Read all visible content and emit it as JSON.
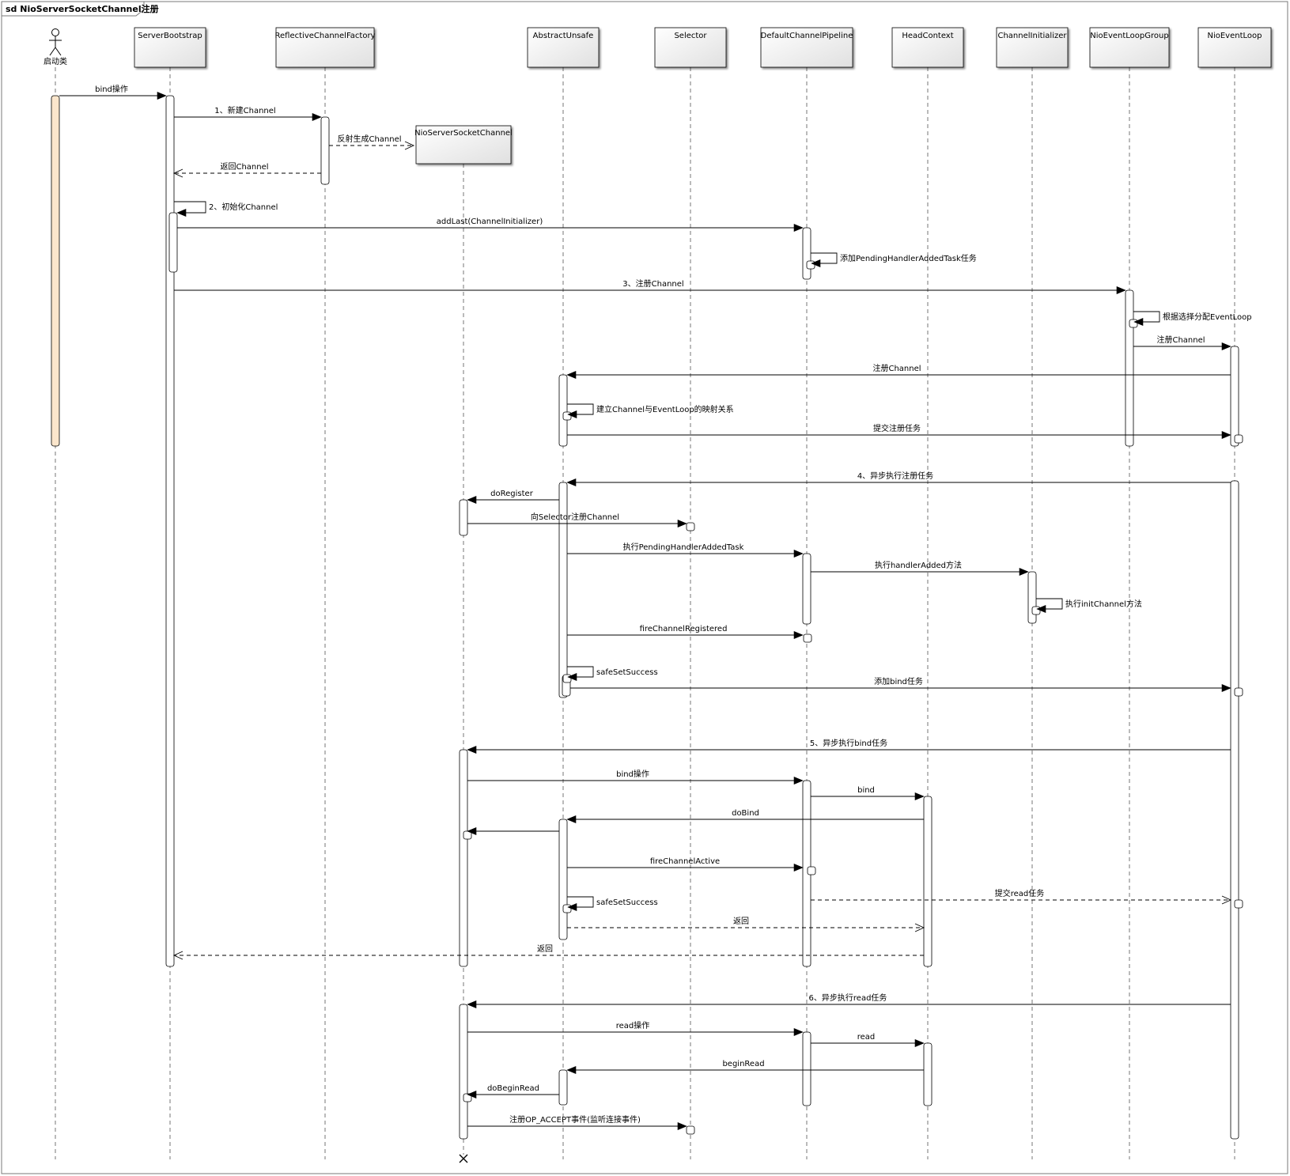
{
  "frame": {
    "title": "sd NioServerSocketChannel注册"
  },
  "actor": {
    "name": "启动类"
  },
  "participants": [
    "ServerBootstrap",
    "ReflectiveChannelFactory",
    "AbstractUnsafe",
    "Selector",
    "DefaultChannelPipeline",
    "HeadContext",
    "ChannelInitializer",
    "NioEventLoopGroup",
    "NioEventLoop"
  ],
  "created_participant": "NioServerSocketChannel",
  "messages": [
    "bind操作",
    "1、新建Channel",
    "反射生成Channel",
    "返回Channel",
    "2、初始化Channel",
    "addLast(ChannelInitializer)",
    "添加PendingHandlerAddedTask任务",
    "3、注册Channel",
    "根据选择分配EventLoop",
    "注册Channel",
    "注册Channel",
    "建立Channel与EventLoop的映射关系",
    "提交注册任务",
    "4、异步执行注册任务",
    "doRegister",
    "向Selector注册Channel",
    "执行PendingHandlerAddedTask",
    "执行handlerAdded方法",
    "执行initChannel方法",
    "fireChannelRegistered",
    "safeSetSuccess",
    "添加bind任务",
    "5、异步执行bind任务",
    "bind操作",
    "bind",
    "doBind",
    "fireChannelActive",
    "提交read任务",
    "safeSetSuccess",
    "返回",
    "返回",
    "6、异步执行read任务",
    "read操作",
    "read",
    "beginRead",
    "doBeginRead",
    "注册OP_ACCEPT事件(监听连接事件)"
  ],
  "colors": {
    "line": "#000000",
    "lifeline": "#555555",
    "actor_activation": "#fbe6cc",
    "box_top": "#ffffff",
    "box_bottom": "#e4e4e4",
    "frame_header": "#ffffff"
  }
}
